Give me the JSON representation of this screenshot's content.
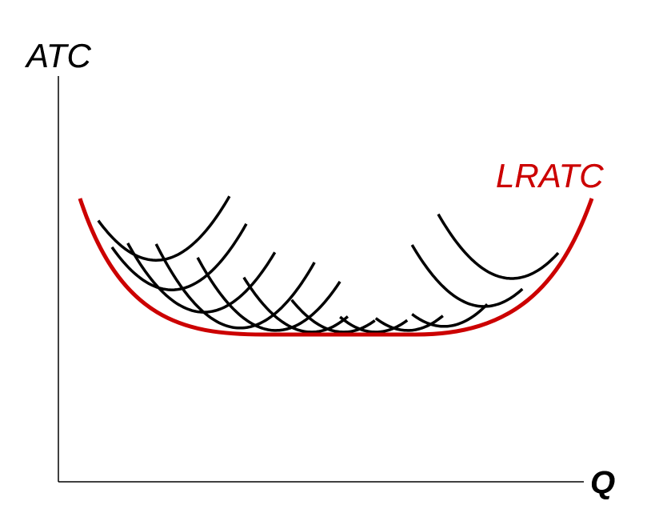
{
  "labels": {
    "y_axis": "ATC",
    "x_axis": "Q",
    "long_run_curve": "LRATC"
  },
  "colors": {
    "lratc": "#cc0000",
    "srac": "#000000",
    "axes": "#000000"
  },
  "chart_data": {
    "type": "line",
    "title": "",
    "xlabel": "Q",
    "ylabel": "ATC",
    "xlim": [
      0,
      100
    ],
    "ylim": [
      0,
      100
    ],
    "grid": false,
    "short_run_curves": [
      {
        "q_min": 18.6,
        "atc_min": 54.6,
        "q_from": 7.6,
        "q_to": 32.6
      },
      {
        "q_min": 21.6,
        "atc_min": 47.3,
        "q_from": 10.2,
        "q_to": 35.8
      },
      {
        "q_min": 27.7,
        "atc_min": 41.8,
        "q_from": 13.2,
        "q_to": 41.4
      },
      {
        "q_min": 34.6,
        "atc_min": 37.9,
        "q_from": 18.6,
        "q_to": 49.0
      },
      {
        "q_min": 41.4,
        "atc_min": 37.3,
        "q_from": 26.5,
        "q_to": 53.6
      },
      {
        "q_min": 48.2,
        "atc_min": 36.9,
        "q_from": 35.3,
        "q_to": 55.1
      },
      {
        "q_min": 54.3,
        "atc_min": 36.9,
        "q_from": 44.4,
        "q_to": 60.4
      },
      {
        "q_min": 60.4,
        "atc_min": 36.9,
        "q_from": 53.6,
        "q_to": 66.5
      },
      {
        "q_min": 66.5,
        "atc_min": 37.3,
        "q_from": 60.4,
        "q_to": 73.4
      },
      {
        "q_min": 73.4,
        "atc_min": 38.3,
        "q_from": 67.3,
        "q_to": 81.7
      },
      {
        "q_min": 81.0,
        "atc_min": 43.2,
        "q_from": 67.3,
        "q_to": 88.6
      },
      {
        "q_min": 86.3,
        "atc_min": 50.1,
        "q_from": 72.3,
        "q_to": 95.4
      }
    ],
    "lratc": {
      "name": "LRATC",
      "flat_min_atc": 36.3,
      "flat_range_q": [
        36,
        68
      ]
    }
  }
}
